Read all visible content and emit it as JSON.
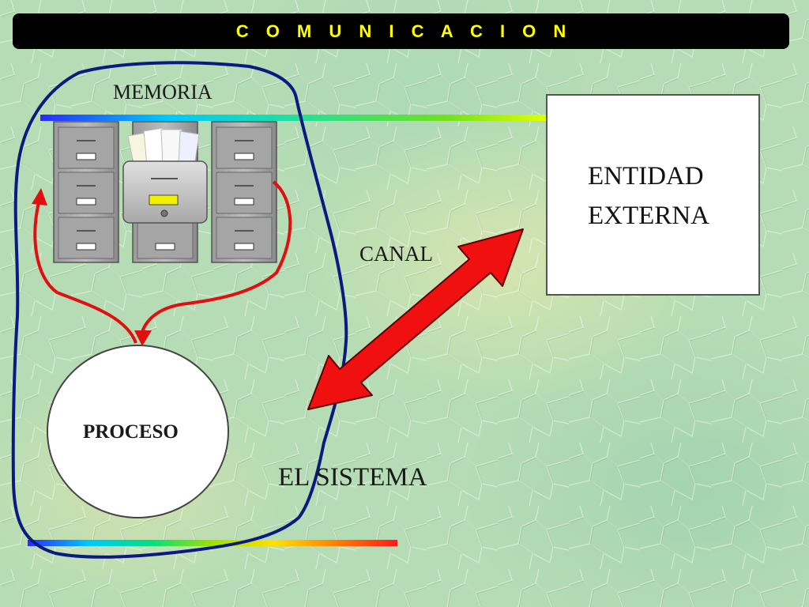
{
  "header": {
    "title": "C O M U N I C A C I O N"
  },
  "diagram": {
    "memory_label": "MEMORIA",
    "channel_label": "CANAL",
    "system_label": "EL SISTEMA",
    "process_label": "PROCESO",
    "external_entity": {
      "line1": "ENTIDAD",
      "line2": "EXTERNA"
    }
  },
  "colors": {
    "title_bar": "#000000",
    "title_text": "#ffff00",
    "system_outline": "#0a1a80",
    "flow_arrows": "#e01010",
    "channel_arrow": "#f01010"
  }
}
